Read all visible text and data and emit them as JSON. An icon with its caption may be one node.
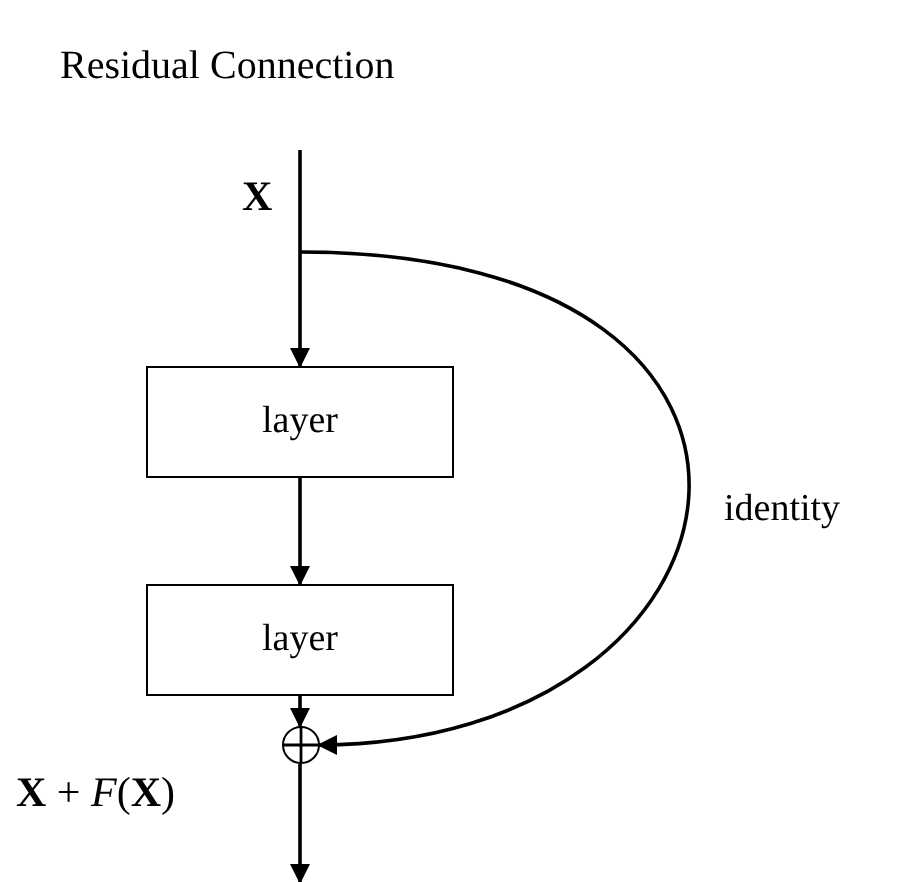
{
  "diagram": {
    "title": "Residual Connection",
    "nodes": [
      {
        "text": [
          "layer"
        ]
      },
      {
        "text": [
          "layer"
        ]
      },
      {
        "text": [],
        "shape": "circle"
      }
    ],
    "edges": [
      {
        "from": null,
        "to": 0,
        "arrow": "to"
      },
      {
        "from": 0,
        "to": 1,
        "arrow": "to"
      },
      {
        "from": 1,
        "to": 2,
        "arrow": "to"
      },
      {
        "from": null,
        "to": 2,
        "arrow": "to",
        "label": "identity"
      },
      {
        "from": 2,
        "to": null,
        "arrow": "to"
      }
    ],
    "labels": [
      "**X**",
      "**X** + *F*(**X**)"
    ]
  }
}
